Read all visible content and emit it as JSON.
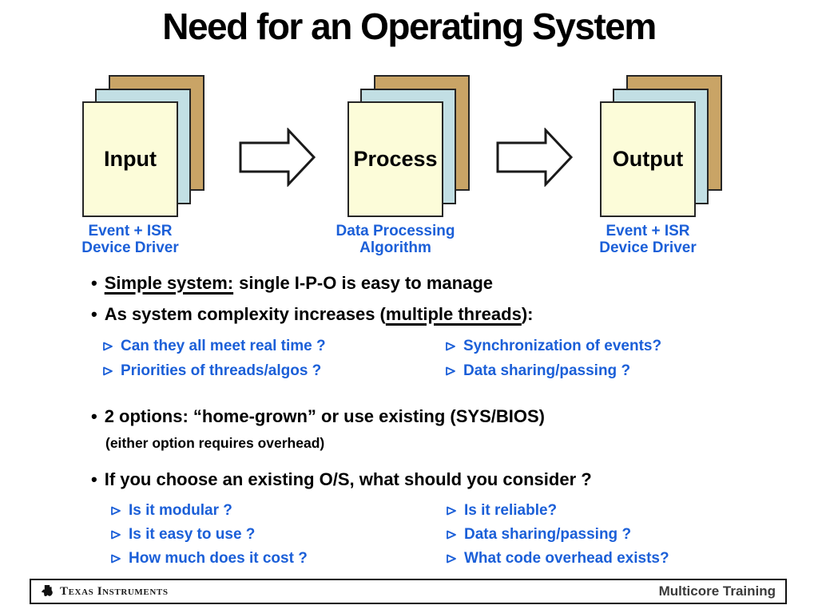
{
  "title": "Need for an Operating System",
  "colors": {
    "accent_blue": "#1b5fd8",
    "card_back_tan": "#c9a466",
    "card_mid_blue": "#c2dfe4",
    "card_front_yellow": "#fcfcd9",
    "footer_text_gray": "#3a3a3a"
  },
  "icons": {
    "flow_arrow": "right-block-arrow",
    "question_marker": "right-arrowhead",
    "footer_logo": "ti-logo"
  },
  "pipeline": {
    "stages": [
      {
        "label": "Input",
        "caption": [
          "Event + ISR",
          "Device Driver"
        ]
      },
      {
        "label": "Process",
        "caption": [
          "Data Processing",
          "Algorithm"
        ]
      },
      {
        "label": "Output",
        "caption": [
          "Event + ISR",
          "Device Driver"
        ]
      }
    ]
  },
  "bullets": {
    "marker": "•",
    "b1": {
      "underlined": "Simple system:",
      "rest": "single I-P-O is easy to manage"
    },
    "b2": {
      "pre": "As system complexity increases (",
      "underlined": "multiple threads",
      "post": "):"
    },
    "q1_left": [
      "Can they all meet real time ?",
      "Priorities of threads/algos ?"
    ],
    "q1_right": [
      "Synchronization of events?",
      "Data sharing/passing ?"
    ],
    "b3": "2 options: “home-grown” or use existing (SYS/BIOS)",
    "b3_note": "(either option requires overhead)",
    "b4": "If you choose an existing O/S, what should you consider ?",
    "q2_left": [
      "Is it modular ?",
      "Is it easy to use ?",
      "How much does it cost ?"
    ],
    "q2_right": [
      "Is it reliable?",
      "Data sharing/passing ?",
      "What code overhead exists?"
    ]
  },
  "footer": {
    "brand": "Texas Instruments",
    "right_label": "Multicore Training"
  }
}
